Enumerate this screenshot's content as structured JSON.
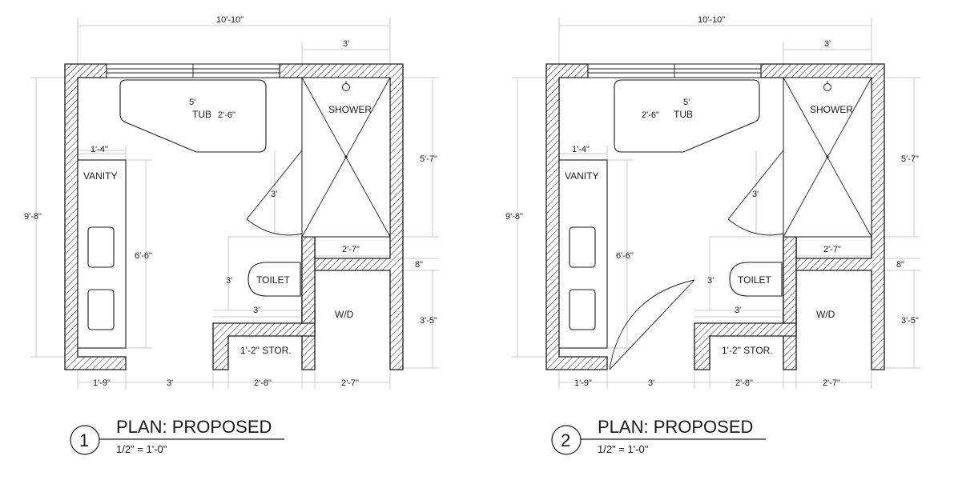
{
  "plans": [
    {
      "number": "1",
      "title": "PLAN: PROPOSED",
      "scale": "1/2\" = 1'-0\"",
      "rooms": {
        "tub": "TUB",
        "shower": "SHOWER",
        "vanity": "VANITY",
        "toilet": "TOILET",
        "wd": "W/D",
        "storage": "1'-2\" STOR."
      },
      "dims": {
        "overall_width": "10'-10\"",
        "shower_width_top": "3'",
        "tub_length": "5'",
        "tub_width": "2'-6\"",
        "vanity_depth": "1'-4\"",
        "vanity_length": "6'-6\"",
        "shower_door": "3'",
        "overall_height": "9'-8\"",
        "shower_height": "5'-7\"",
        "shower_depth": "2'-7\"",
        "wall_thickness": "8\"",
        "wd_height": "3'-5\"",
        "toilet_depth": "3'",
        "toilet_width": "3'",
        "bottom_wall": "1'-9\"",
        "bottom_opening": "3'",
        "storage_width": "2'-8\"",
        "wd_width": "2'-7\""
      }
    },
    {
      "number": "2",
      "title": "PLAN: PROPOSED",
      "scale": "1/2\" = 1'-0\"",
      "rooms": {
        "tub": "TUB",
        "shower": "SHOWER",
        "vanity": "VANITY",
        "toilet": "TOILET",
        "wd": "W/D",
        "storage": "1'-2\" STOR."
      },
      "dims": {
        "overall_width": "10'-10\"",
        "shower_width_top": "3'",
        "tub_length": "5'",
        "tub_width": "2'-6\"",
        "vanity_depth": "1'-4\"",
        "vanity_length": "6'-6\"",
        "shower_door": "3'",
        "overall_height": "9'-8\"",
        "shower_height": "5'-7\"",
        "shower_depth": "2'-7\"",
        "wall_thickness": "8\"",
        "wd_height": "3'-5\"",
        "toilet_depth": "3'",
        "toilet_width": "3'",
        "bottom_wall": "1'-9\"",
        "bottom_opening": "3'",
        "storage_width": "2'-8\"",
        "wd_width": "2'-7\""
      }
    }
  ]
}
